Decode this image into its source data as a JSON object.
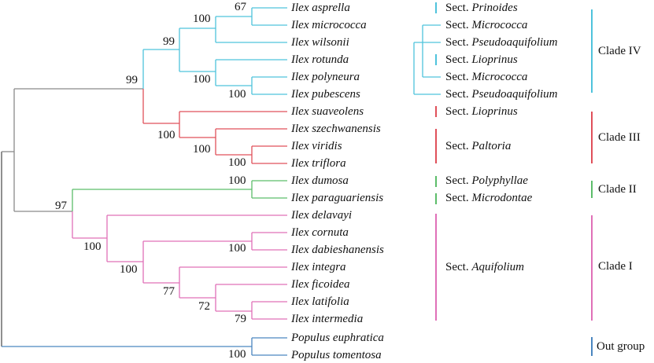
{
  "figure": {
    "type": "phylogenetic-tree",
    "colors": {
      "root": "#8a8a8a",
      "clade_IV": "#4fc3dc",
      "clade_III": "#e0505a",
      "clade_II": "#5cbd6a",
      "clade_I": "#e070b8",
      "outgroup": "#4a86c0"
    },
    "taxa": [
      "Ilex asprella",
      "Ilex micrococca",
      "Ilex wilsonii",
      "Ilex rotunda",
      "Ilex polyneura",
      "Ilex pubescens",
      "Ilex suaveolens",
      "Ilex szechwanensis",
      "Ilex viridis",
      "Ilex triflora",
      "Ilex dumosa",
      "Ilex paraguariensis",
      "Ilex delavayi",
      "Ilex cornuta",
      "Ilex dabieshanensis",
      "Ilex integra",
      "Ilex ficoidea",
      "Ilex latifolia",
      "Ilex intermedia",
      "Populus euphratica",
      "Populus tomentosa"
    ],
    "bootstrap": {
      "asprella_micrococca": "67",
      "asprella_wilsonii": "100",
      "clade_IV_inner": "99",
      "clade_IV_III": "99",
      "polyneura_pubescens": "100",
      "rotunda_group": "100",
      "clade_III": "100",
      "szechwanensis_group": "100",
      "viridis_triflora": "100",
      "clade_II": "100",
      "ingroup_97": "97",
      "clade_I": "100",
      "clade_I_inner": "100",
      "cornuta_dabieshanensis": "100",
      "integra_group": "77",
      "ficoidea_group": "72",
      "latifolia_intermedia": "79",
      "outgroup": "100"
    },
    "sections": [
      {
        "prefix": "Sect.",
        "name": "Prinoides"
      },
      {
        "prefix": "Sect.",
        "name": "Micrococca"
      },
      {
        "prefix": "Sect.",
        "name": "Pseudoaquifolium"
      },
      {
        "prefix": "Sect.",
        "name": "Lioprinus"
      },
      {
        "prefix": "Sect.",
        "name": "Micrococca"
      },
      {
        "prefix": "Sect.",
        "name": "Pseudoaquifolium"
      },
      {
        "prefix": "Sect.",
        "name": "Lioprinus"
      },
      {
        "prefix": "Sect.",
        "name": "Paltoria"
      },
      {
        "prefix": "Sect.",
        "name": "Polyphyllae"
      },
      {
        "prefix": "Sect.",
        "name": "Microdontae"
      },
      {
        "prefix": "Sect.",
        "name": "Aquifolium"
      }
    ],
    "clades": [
      {
        "label": "Clade  IV"
      },
      {
        "label": "Clade  III"
      },
      {
        "label": "Clade  II"
      },
      {
        "label": "Clade   I"
      },
      {
        "label": "Out group"
      }
    ]
  }
}
